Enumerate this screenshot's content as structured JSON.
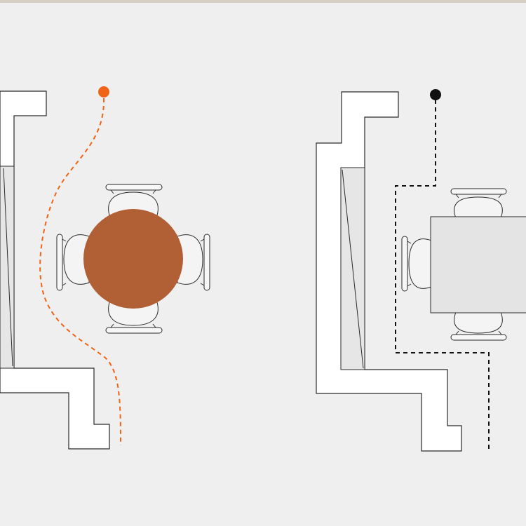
{
  "colors": {
    "background": "#efefef",
    "round_table": "#b15f35",
    "path_round": "#f06418",
    "path_square": "#111111"
  },
  "icons": {
    "round_table_layout": "round-dining-table-with-four-chairs",
    "square_table_layout": "square-dining-table-with-three-chairs",
    "start_marker_round": "circle-dot",
    "start_marker_square": "circle-dot"
  }
}
